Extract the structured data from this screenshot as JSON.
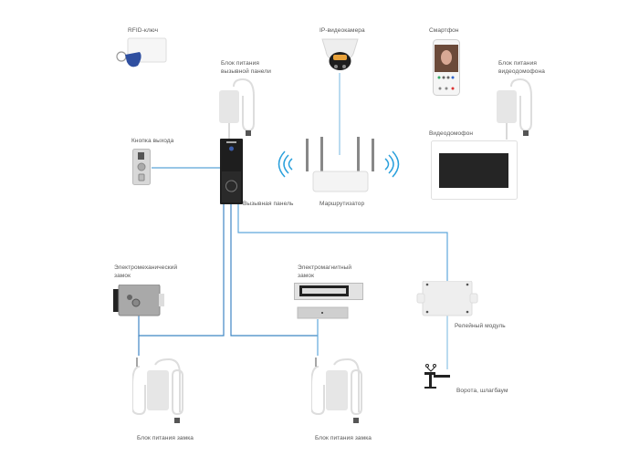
{
  "diagram": {
    "title": "",
    "wire_color": "#4a90c8",
    "wire_color_light": "#8cc3e6",
    "wifi_color": "#2aa0dc",
    "devices": {
      "rfid": {
        "label": "RFID-ключ",
        "icon": "rfid-card-keyfob-icon"
      },
      "panel_psu": {
        "label_line1": "Блок питания",
        "label_line2": "вызывной панели",
        "icon": "power-supply-icon"
      },
      "ip_camera": {
        "label": "IP-видеокамера",
        "icon": "dome-camera-icon"
      },
      "smartphone": {
        "label": "Смартфон",
        "icon": "smartphone-icon"
      },
      "monitor_psu": {
        "label_line1": "Блок питания",
        "label_line2": "видеодомофона",
        "icon": "power-supply-icon"
      },
      "exit_button": {
        "label": "Кнопка выхода",
        "icon": "exit-button-icon"
      },
      "call_panel": {
        "label": "Вызывная панель",
        "icon": "call-panel-icon"
      },
      "router": {
        "label": "Маршрутизатор",
        "icon": "router-icon"
      },
      "monitor": {
        "label": "Видеодомофон",
        "icon": "video-monitor-icon"
      },
      "em_lock": {
        "label_line1": "Электромеханический",
        "label_line2": "замок",
        "icon": "electromechanical-lock-icon"
      },
      "mag_lock": {
        "label_line1": "Электромагнитный",
        "label_line2": "замок",
        "icon": "magnetic-lock-icon"
      },
      "relay": {
        "label": "Релейный модуль",
        "icon": "relay-module-icon"
      },
      "gate": {
        "label": "Ворота, шлагбаум",
        "icon": "barrier-gate-icon"
      },
      "lock_psu_1": {
        "label": "Блок питания замка",
        "icon": "power-supply-icon"
      },
      "lock_psu_2": {
        "label": "Блок питания замка",
        "icon": "power-supply-icon"
      }
    }
  }
}
